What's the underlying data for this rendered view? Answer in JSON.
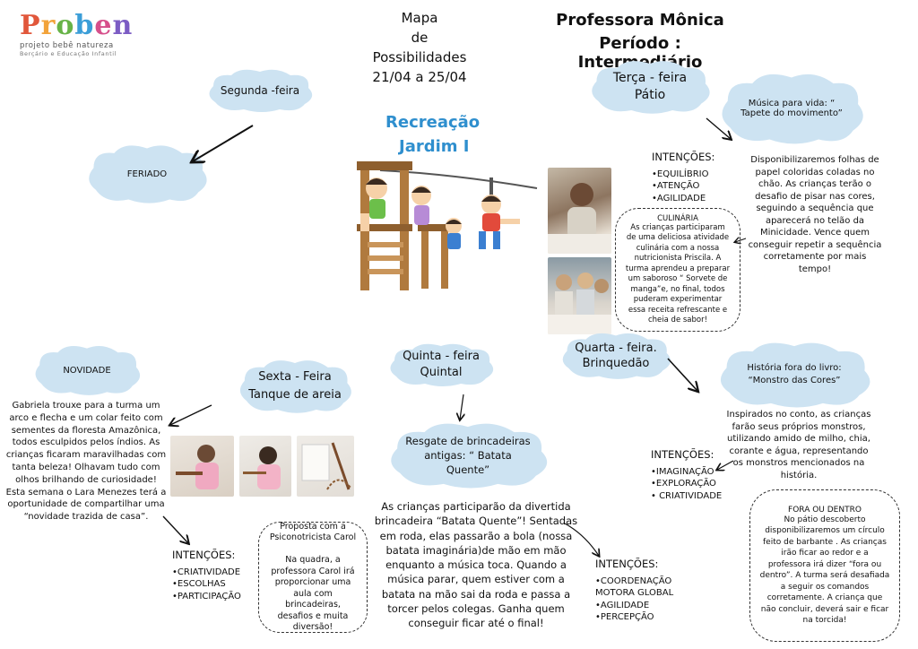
{
  "logo": {
    "brand_letters": [
      "P",
      "r",
      "o",
      "b",
      "e",
      "n"
    ],
    "brand_colors": [
      "#e1573b",
      "#f2a33a",
      "#67b347",
      "#3b9ed8",
      "#d64f8b",
      "#7c5cc4"
    ],
    "subtitle1": "projeto bebê natureza",
    "subtitle2": "Berçário e Educação Infantil"
  },
  "header": {
    "mapa_lines": [
      "Mapa",
      "de",
      "Possibilidades",
      "21/04 a 25/04"
    ],
    "teacher": "Professora Mônica",
    "period": "Período : Intermediário"
  },
  "recreacao": {
    "line1": "Recreação",
    "line2": "Jardim I",
    "color": "#2f8fce"
  },
  "segunda": {
    "title": "Segunda -feira",
    "result": "FERIADO"
  },
  "terca": {
    "title1": "Terça - feira",
    "title2": "Pátio",
    "music_title": "Música para vida: “ Tapete do movimento”",
    "music_text": "Disponibilizaremos folhas de papel coloridas coladas no chão. As crianças terão o desafio de pisar nas cores, seguindo a sequência que aparecerá no telão da Minicidade. Vence quem conseguir repetir a sequência corretamente por mais tempo!",
    "intencoes_title": "INTENÇÕES:",
    "intencoes": [
      "•EQUILÍBRIO",
      "•ATENÇÃO",
      "•AGILIDADE"
    ],
    "culinaria_title": "CULINÁRIA",
    "culinaria_text": "As crianças participaram de uma deliciosa atividade culinária com a nossa nutricionista Priscila. A turma aprendeu a preparar um saboroso “ Sorvete de manga”e, no final, todos puderam experimentar essa receita refrescante e cheia de sabor!"
  },
  "quarta": {
    "title1": "Quarta - feira.",
    "title2": "Brinquedão",
    "story_title1": "História fora do livro:",
    "story_title2": "“Monstro das Cores”",
    "story_text": "Inspirados no conto, as crianças farão seus próprios monstros, utilizando amido de milho, chia, corante e água, representando os monstros mencionados na história.",
    "intencoes_title": "INTENÇÕES:",
    "intencoes": [
      "•IMAGINAÇÃO",
      "•EXPLORAÇÃO",
      "• CRIATIVIDADE"
    ],
    "fora_title": "FORA OU DENTRO",
    "fora_text": "No pátio descoberto disponibilizaremos um círculo feito de barbante . As crianças irão ficar ao redor e a professora irá dizer “fora ou dentro”. A turma será desafiada a seguir os comandos corretamente. A criança que não concluir, deverá sair e ficar na torcida!"
  },
  "quinta": {
    "title1": "Quinta - feira",
    "title2": "Quintal",
    "activity": "Resgate de brincadeiras antigas: “ Batata Quente”",
    "activity_text": "As crianças participarão da divertida brincadeira “Batata Quente”! Sentadas em roda, elas passarão a bola (nossa batata imaginária)de mão em mão enquanto a música toca. Quando a música parar, quem estiver com a batata na mão sai da roda e passa a torcer pelos colegas. Ganha quem conseguir ficar até o final!",
    "intencoes_title": "INTENÇÕES:",
    "intencoes": [
      "•COORDENAÇÃO",
      "MOTORA GLOBAL",
      "•AGILIDADE",
      "•PERCEPÇÃO"
    ]
  },
  "sexta": {
    "title1": "Sexta - Feira",
    "title2": "Tanque de areia",
    "novidade_title": "NOVIDADE",
    "novidade_text": "Gabriela trouxe para a turma um arco e flecha e um colar feito com sementes da floresta Amazônica, todos esculpidos pelos índios. As crianças ficaram maravilhadas com tanta beleza! Olhavam tudo com olhos brilhando de curiosidade! Esta semana o Lara Menezes terá a oportunidade de compartilhar uma “novidade trazida de casa”.",
    "intencoes_title": "INTENÇÕES:",
    "intencoes": [
      "•CRIATIVIDADE",
      "•ESCOLHAS",
      "•PARTICIPAÇÃO"
    ],
    "proposta_text": "Proposta com a Psiconotricista Carol\n\nNa quadra, a professora Carol irá proporcionar uma aula com brincadeiras, desafios e muita diversão!"
  },
  "colors": {
    "cloud": "#cde3f2",
    "cloud_dark": "#b9d6ec",
    "accent_blue": "#2f8fce"
  }
}
